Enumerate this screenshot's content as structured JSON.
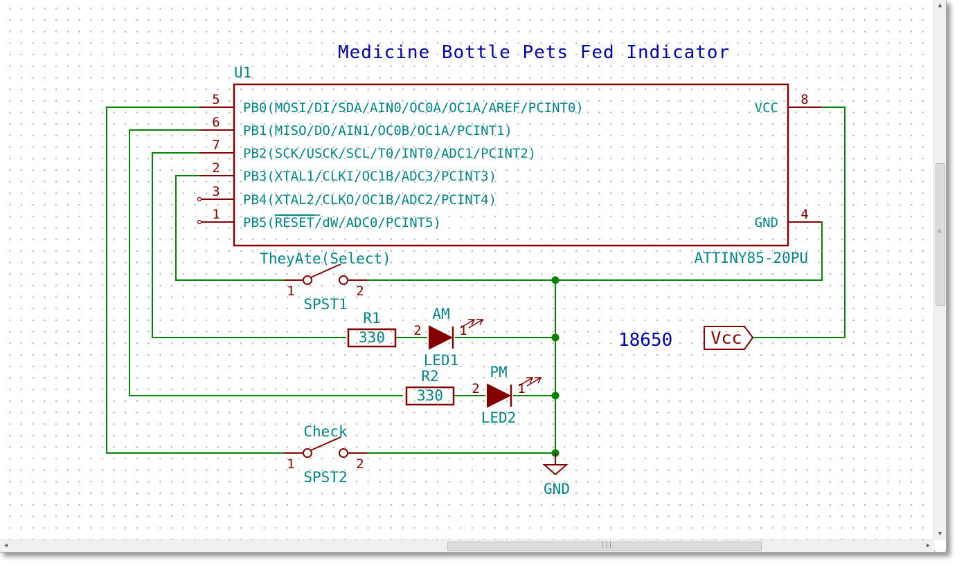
{
  "title": "Medicine Bottle Pets Fed Indicator",
  "u1": {
    "ref": "U1",
    "value": "ATTINY85-20PU",
    "pins_left": [
      {
        "num": "5",
        "name": "PB0(MOSI/DI/SDA/AIN0/OC0A/OC1A/AREF/PCINT0)"
      },
      {
        "num": "6",
        "name": "PB1(MISO/DO/AIN1/OC0B/OC1A/PCINT1)"
      },
      {
        "num": "7",
        "name": "PB2(SCK/USCK/SCL/T0/INT0/ADC1/PCINT2)"
      },
      {
        "num": "2",
        "name": "PB3(XTAL1/CLKI/OC1B/ADC3/PCINT3)"
      },
      {
        "num": "3",
        "name": "PB4(XTAL2/CLKO/OC1B/ADC2/PCINT4)"
      },
      {
        "num": "1",
        "name_prefix": "PB5(",
        "name_overbar": "RESET",
        "name_suffix": "/dW/ADC0/PCINT5)"
      }
    ],
    "pins_right": [
      {
        "num": "8",
        "name": "VCC"
      },
      {
        "num": "4",
        "name": "GND"
      }
    ]
  },
  "spst1": {
    "ref": "SPST1",
    "value": "TheyAte(Select)",
    "pin1": "1",
    "pin2": "2"
  },
  "spst2": {
    "ref": "SPST2",
    "value": "Check",
    "pin1": "1",
    "pin2": "2"
  },
  "r1": {
    "ref": "R1",
    "value": "330"
  },
  "r2": {
    "ref": "R2",
    "value": "330"
  },
  "led1": {
    "ref": "LED1",
    "value": "AM",
    "pin_anode": "2",
    "pin_cathode": "1"
  },
  "led2": {
    "ref": "LED2",
    "value": "PM",
    "pin_anode": "2",
    "pin_cathode": "1"
  },
  "battery_note": "18650",
  "vcc_label": "Vcc",
  "gnd_label": "GND",
  "colors": {
    "wire": "#008400",
    "component": "#840000",
    "component_fill": "#ffffc2",
    "text_teal": "#008484",
    "title_blue": "#0000a8"
  }
}
